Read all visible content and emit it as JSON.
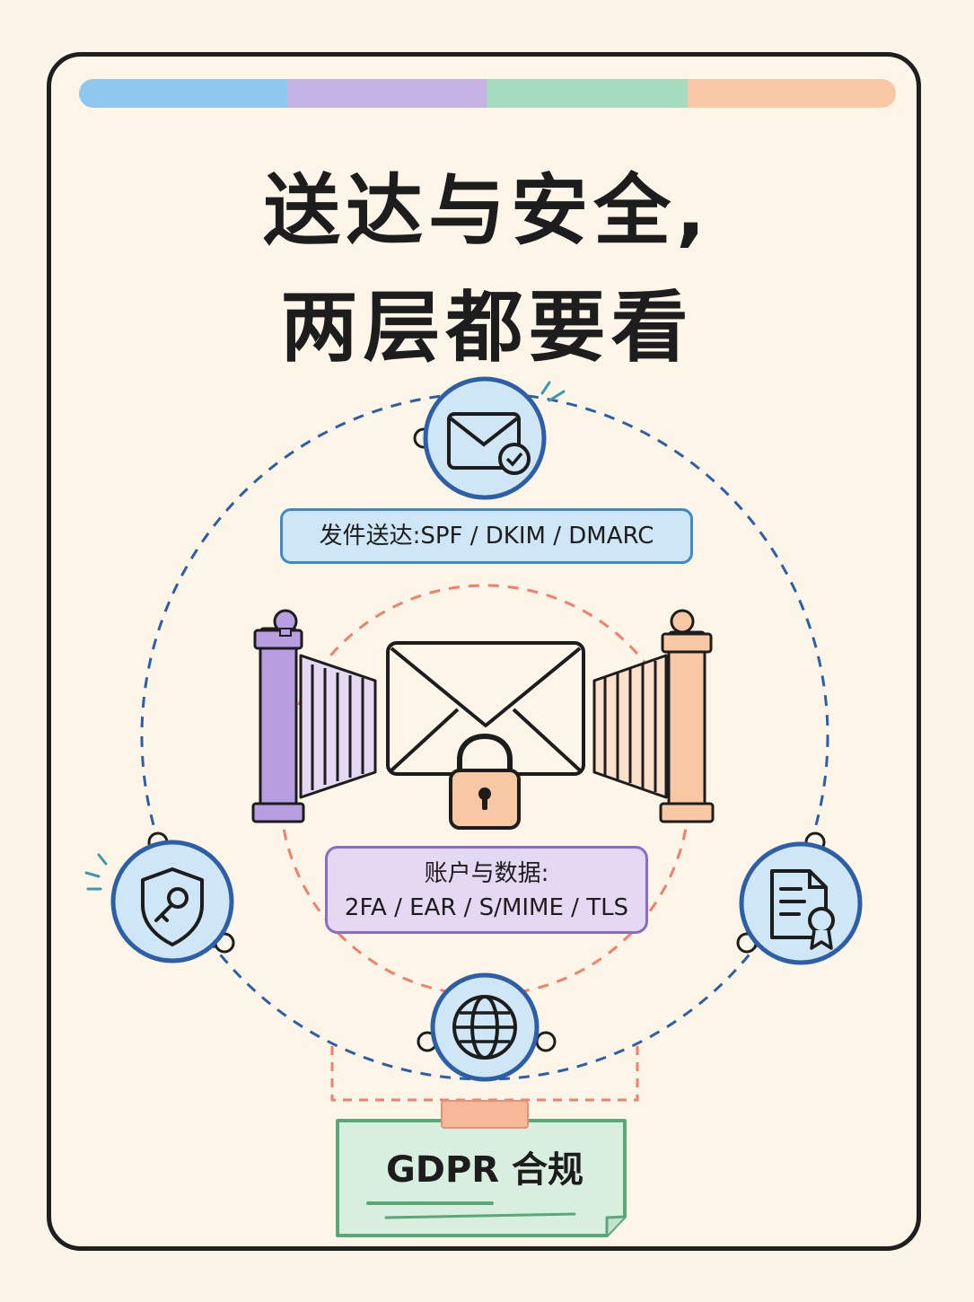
{
  "title": {
    "line1": "送达与安全,",
    "line2": "两层都要看"
  },
  "labels": {
    "sending": "发件送达:SPF / DKIM / DMARC",
    "account_line1": "账户与数据:",
    "account_line2": "2FA / EAR / S/MIME / TLS",
    "gdpr": "GDPR 合规"
  },
  "icons": {
    "top": "mail-check-icon",
    "left": "shield-key-icon",
    "right": "certificate-document-icon",
    "bottom": "globe-icon",
    "center": "envelope-lock-icon",
    "gates": "gate-icon"
  },
  "colors": {
    "blue": "#8fc8ee",
    "purple": "#c6b3e6",
    "green": "#a5dcc0",
    "orange": "#f8c8a4",
    "ring_blue": "#2d5fa8",
    "ring_orange": "#f0806a"
  }
}
